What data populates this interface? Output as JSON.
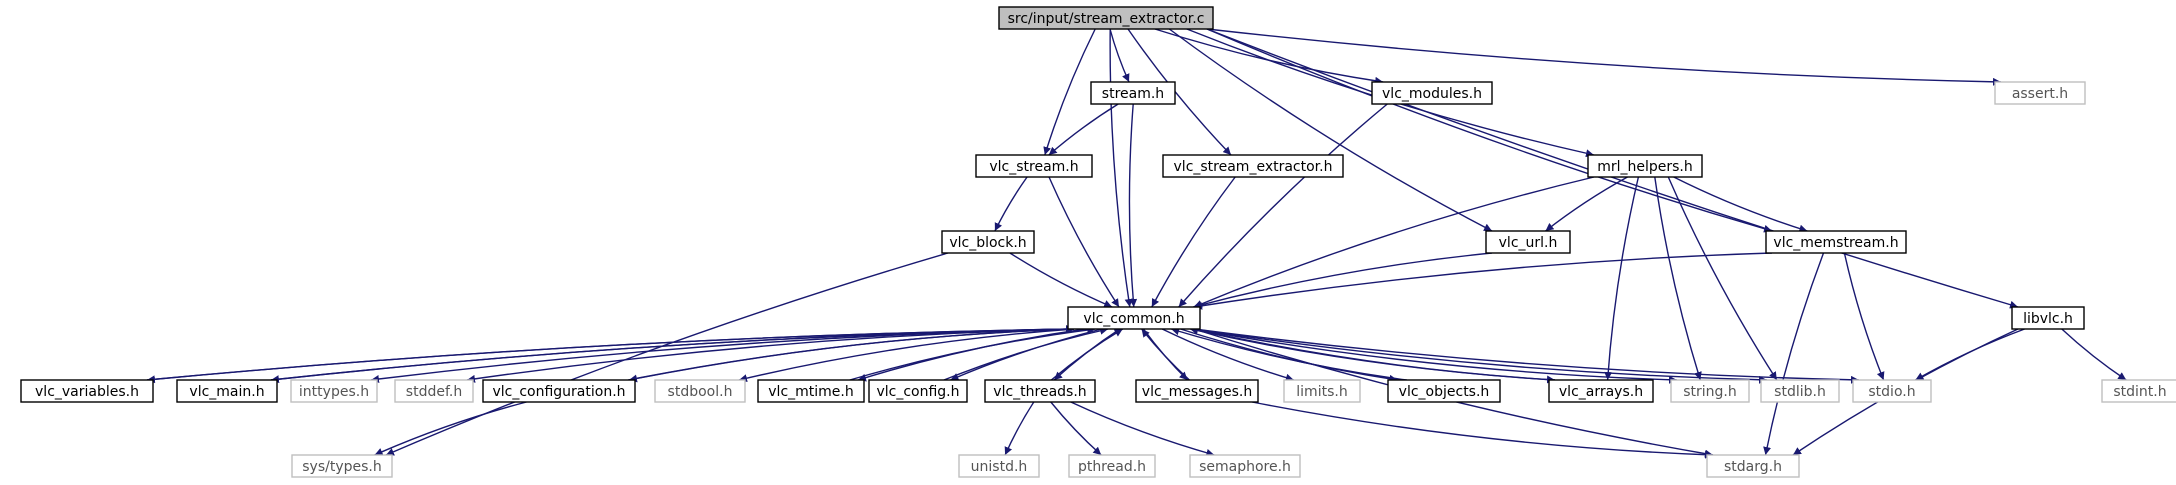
{
  "diagram": {
    "type": "include-dependency-graph",
    "colors": {
      "edge": "#191970",
      "root_fill": "#bfbfbf",
      "system_border": "#bfbfbf",
      "local_border": "#000000"
    },
    "nodes": [
      {
        "id": "root",
        "label": "src/input/stream_extractor.c",
        "kind": "root"
      },
      {
        "id": "stream_h",
        "label": "stream.h",
        "kind": "local"
      },
      {
        "id": "vlc_modules",
        "label": "vlc_modules.h",
        "kind": "local"
      },
      {
        "id": "assert",
        "label": "assert.h",
        "kind": "system"
      },
      {
        "id": "vlc_stream",
        "label": "vlc_stream.h",
        "kind": "local"
      },
      {
        "id": "vlc_stream_extractor",
        "label": "vlc_stream_extractor.h",
        "kind": "local"
      },
      {
        "id": "mrl_helpers",
        "label": "mrl_helpers.h",
        "kind": "local"
      },
      {
        "id": "vlc_block",
        "label": "vlc_block.h",
        "kind": "local"
      },
      {
        "id": "vlc_url",
        "label": "vlc_url.h",
        "kind": "local"
      },
      {
        "id": "vlc_memstream",
        "label": "vlc_memstream.h",
        "kind": "local"
      },
      {
        "id": "libvlc",
        "label": "libvlc.h",
        "kind": "local"
      },
      {
        "id": "vlc_common",
        "label": "vlc_common.h",
        "kind": "local"
      },
      {
        "id": "vlc_variables",
        "label": "vlc_variables.h",
        "kind": "local"
      },
      {
        "id": "vlc_main",
        "label": "vlc_main.h",
        "kind": "local"
      },
      {
        "id": "inttypes",
        "label": "inttypes.h",
        "kind": "system"
      },
      {
        "id": "stddef",
        "label": "stddef.h",
        "kind": "system"
      },
      {
        "id": "vlc_configuration",
        "label": "vlc_configuration.h",
        "kind": "local"
      },
      {
        "id": "stdbool",
        "label": "stdbool.h",
        "kind": "system"
      },
      {
        "id": "vlc_mtime",
        "label": "vlc_mtime.h",
        "kind": "local"
      },
      {
        "id": "vlc_config",
        "label": "vlc_config.h",
        "kind": "local"
      },
      {
        "id": "vlc_threads",
        "label": "vlc_threads.h",
        "kind": "local"
      },
      {
        "id": "vlc_messages",
        "label": "vlc_messages.h",
        "kind": "local"
      },
      {
        "id": "limits",
        "label": "limits.h",
        "kind": "system"
      },
      {
        "id": "vlc_objects",
        "label": "vlc_objects.h",
        "kind": "local"
      },
      {
        "id": "vlc_arrays",
        "label": "vlc_arrays.h",
        "kind": "local"
      },
      {
        "id": "string",
        "label": "string.h",
        "kind": "system"
      },
      {
        "id": "stdlib",
        "label": "stdlib.h",
        "kind": "system"
      },
      {
        "id": "stdio",
        "label": "stdio.h",
        "kind": "system"
      },
      {
        "id": "stdint",
        "label": "stdint.h",
        "kind": "system"
      },
      {
        "id": "sys_types",
        "label": "sys/types.h",
        "kind": "system"
      },
      {
        "id": "unistd",
        "label": "unistd.h",
        "kind": "system"
      },
      {
        "id": "pthread",
        "label": "pthread.h",
        "kind": "system"
      },
      {
        "id": "semaphore",
        "label": "semaphore.h",
        "kind": "system"
      },
      {
        "id": "stdarg",
        "label": "stdarg.h",
        "kind": "system"
      }
    ],
    "edges": [
      [
        "root",
        "stream_h"
      ],
      [
        "root",
        "vlc_modules"
      ],
      [
        "root",
        "assert"
      ],
      [
        "root",
        "vlc_stream"
      ],
      [
        "root",
        "vlc_stream_extractor"
      ],
      [
        "root",
        "mrl_helpers"
      ],
      [
        "root",
        "vlc_url"
      ],
      [
        "root",
        "vlc_memstream"
      ],
      [
        "root",
        "libvlc"
      ],
      [
        "root",
        "vlc_common"
      ],
      [
        "stream_h",
        "vlc_stream"
      ],
      [
        "stream_h",
        "vlc_common"
      ],
      [
        "vlc_modules",
        "vlc_common"
      ],
      [
        "vlc_stream",
        "vlc_block"
      ],
      [
        "vlc_stream",
        "vlc_common"
      ],
      [
        "vlc_stream_extractor",
        "vlc_common"
      ],
      [
        "vlc_block",
        "vlc_common"
      ],
      [
        "vlc_block",
        "sys_types"
      ],
      [
        "mrl_helpers",
        "vlc_url"
      ],
      [
        "mrl_helpers",
        "vlc_memstream"
      ],
      [
        "mrl_helpers",
        "vlc_common"
      ],
      [
        "mrl_helpers",
        "vlc_arrays"
      ],
      [
        "mrl_helpers",
        "string"
      ],
      [
        "mrl_helpers",
        "stdlib"
      ],
      [
        "vlc_url",
        "vlc_common"
      ],
      [
        "vlc_memstream",
        "vlc_common"
      ],
      [
        "vlc_memstream",
        "stdio"
      ],
      [
        "vlc_memstream",
        "stdarg"
      ],
      [
        "libvlc",
        "stdio"
      ],
      [
        "libvlc",
        "stdint"
      ],
      [
        "libvlc",
        "stdarg"
      ],
      [
        "vlc_common",
        "vlc_variables"
      ],
      [
        "vlc_common",
        "vlc_main"
      ],
      [
        "vlc_common",
        "inttypes"
      ],
      [
        "vlc_common",
        "stddef"
      ],
      [
        "vlc_common",
        "vlc_configuration"
      ],
      [
        "vlc_common",
        "stdbool"
      ],
      [
        "vlc_common",
        "vlc_mtime"
      ],
      [
        "vlc_common",
        "vlc_config"
      ],
      [
        "vlc_common",
        "vlc_threads"
      ],
      [
        "vlc_common",
        "vlc_messages"
      ],
      [
        "vlc_common",
        "limits"
      ],
      [
        "vlc_common",
        "vlc_objects"
      ],
      [
        "vlc_common",
        "vlc_arrays"
      ],
      [
        "vlc_common",
        "string"
      ],
      [
        "vlc_common",
        "stdlib"
      ],
      [
        "vlc_common",
        "stdio"
      ],
      [
        "vlc_common",
        "stdarg"
      ],
      [
        "vlc_variables",
        "vlc_common"
      ],
      [
        "vlc_main",
        "vlc_common"
      ],
      [
        "vlc_configuration",
        "vlc_common"
      ],
      [
        "vlc_configuration",
        "sys_types"
      ],
      [
        "vlc_mtime",
        "vlc_common"
      ],
      [
        "vlc_config",
        "vlc_common"
      ],
      [
        "vlc_threads",
        "vlc_common"
      ],
      [
        "vlc_threads",
        "unistd"
      ],
      [
        "vlc_threads",
        "pthread"
      ],
      [
        "vlc_threads",
        "semaphore"
      ],
      [
        "vlc_messages",
        "vlc_common"
      ],
      [
        "vlc_messages",
        "stdarg"
      ],
      [
        "vlc_objects",
        "vlc_common"
      ],
      [
        "vlc_arrays",
        "vlc_common"
      ]
    ]
  }
}
